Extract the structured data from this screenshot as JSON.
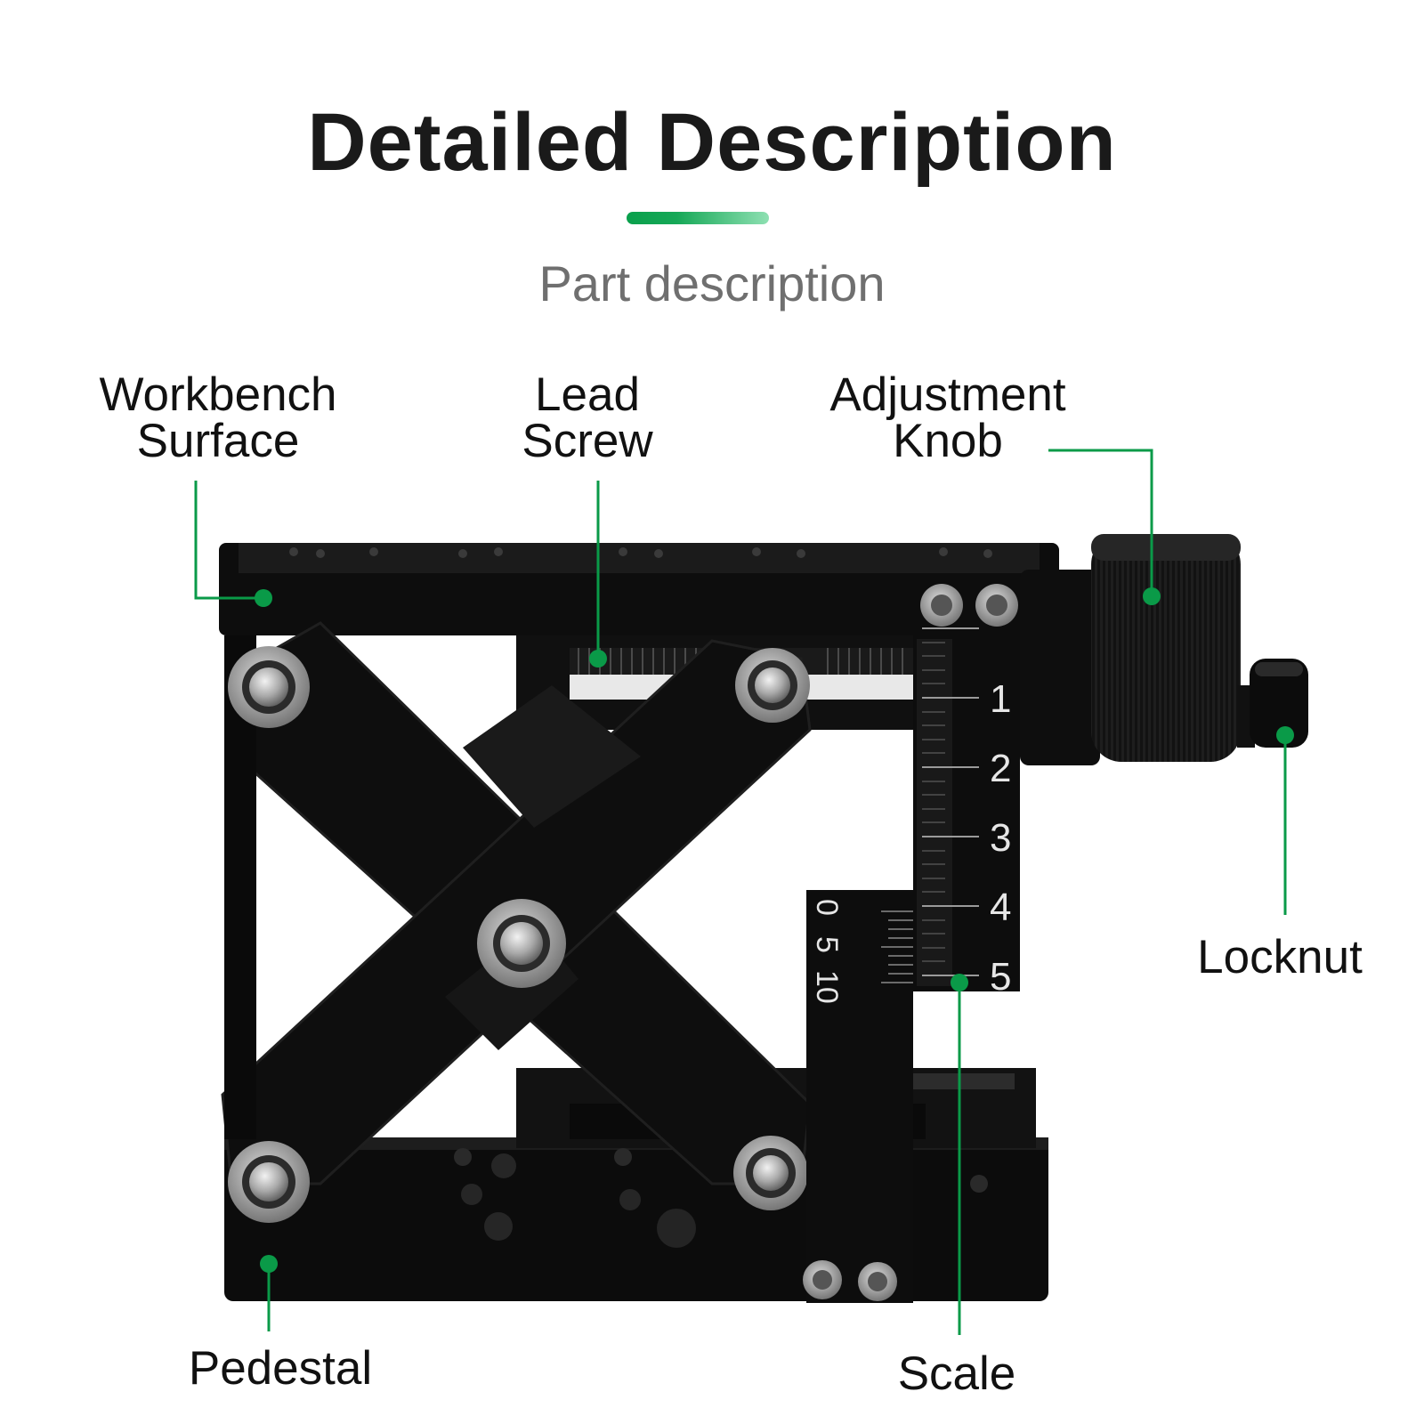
{
  "header": {
    "title": "Detailed Description",
    "subtitle": "Part description",
    "accent_color": "#0aa04c"
  },
  "labels": {
    "workbench": [
      "Workbench",
      "Surface"
    ],
    "lead_screw": [
      "Lead",
      "Screw"
    ],
    "adjustment_knob": [
      "Adjustment",
      "Knob"
    ],
    "locknut": "Locknut",
    "pedestal": "Pedestal",
    "scale": "Scale"
  },
  "scale": {
    "main_numbers": [
      "1",
      "2",
      "3",
      "4",
      "5"
    ],
    "vernier_numbers": [
      "0",
      "5",
      "10"
    ]
  },
  "colors": {
    "leader_line": "#0a9a48",
    "device": "#0d0d0d",
    "bolt": "#b8b8b8"
  }
}
